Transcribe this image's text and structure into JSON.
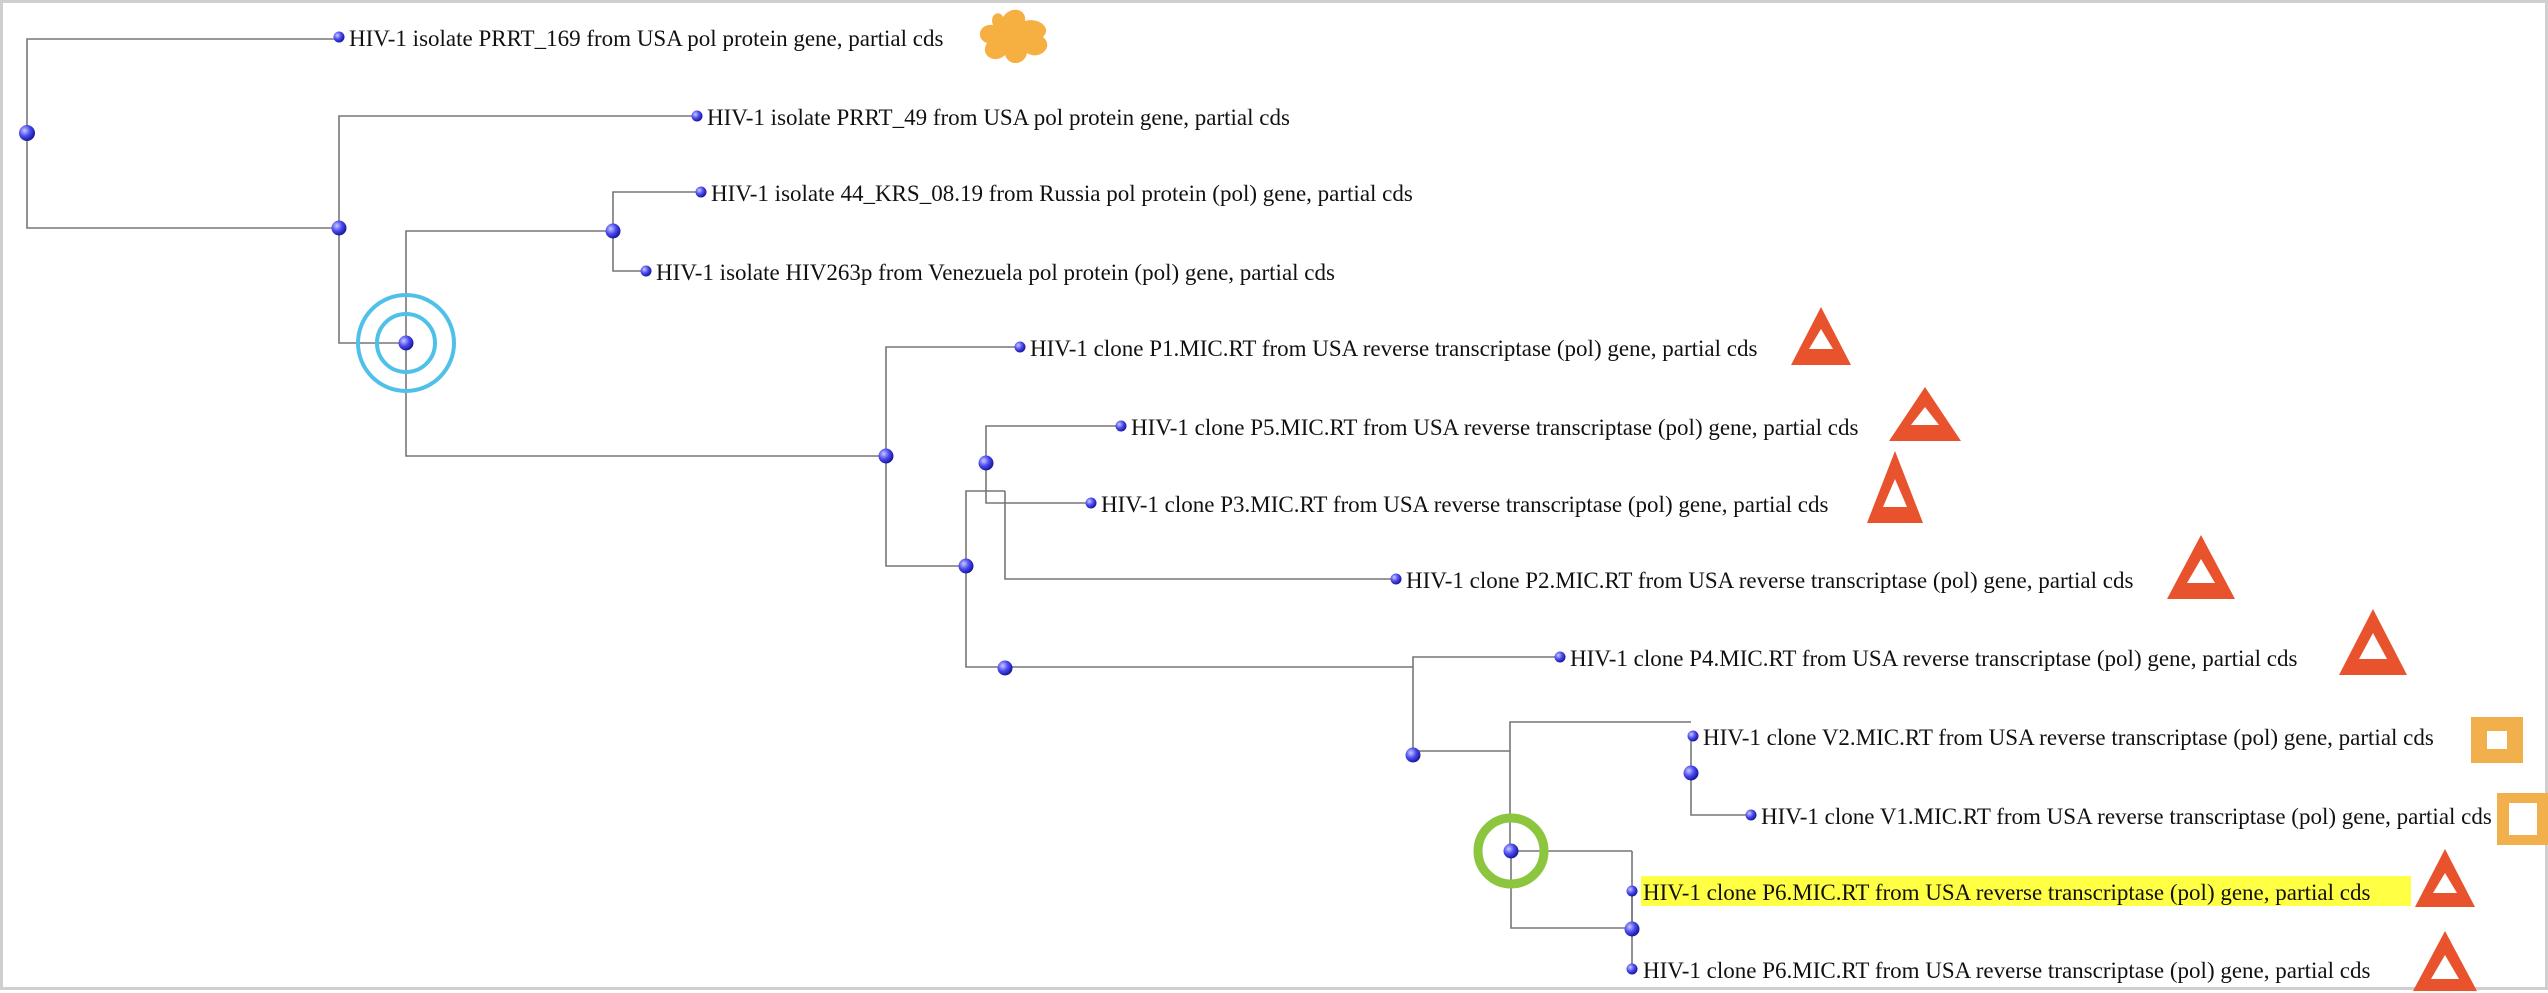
{
  "tree": {
    "leaves": [
      {
        "label": "HIV-1 isolate PRRT_169 from USA pol protein gene, partial cds",
        "marker": "flower",
        "highlight": false
      },
      {
        "label": "HIV-1 isolate PRRT_49 from USA pol protein gene, partial cds",
        "marker": "",
        "highlight": false
      },
      {
        "label": "HIV-1 isolate 44_KRS_08.19 from Russia pol protein (pol) gene, partial cds",
        "marker": "",
        "highlight": false
      },
      {
        "label": "HIV-1 isolate HIV263p from Venezuela pol protein (pol) gene, partial cds",
        "marker": "",
        "highlight": false
      },
      {
        "label": "HIV-1 clone P1.MIC.RT from USA reverse transcriptase (pol) gene, partial cds",
        "marker": "triangle",
        "highlight": false
      },
      {
        "label": "HIV-1 clone P5.MIC.RT from USA reverse transcriptase (pol) gene, partial cds",
        "marker": "triangle",
        "highlight": false
      },
      {
        "label": "HIV-1 clone P3.MIC.RT from USA reverse transcriptase (pol) gene, partial cds",
        "marker": "triangle",
        "highlight": false
      },
      {
        "label": "HIV-1 clone P2.MIC.RT from USA reverse transcriptase (pol) gene, partial cds",
        "marker": "triangle",
        "highlight": false
      },
      {
        "label": "HIV-1 clone P4.MIC.RT from USA reverse transcriptase (pol) gene, partial cds",
        "marker": "triangle",
        "highlight": false
      },
      {
        "label": "HIV-1 clone V2.MIC.RT from USA reverse transcriptase (pol) gene, partial cds",
        "marker": "square",
        "highlight": false
      },
      {
        "label": "HIV-1 clone V1.MIC.RT from USA reverse transcriptase (pol) gene, partial cds",
        "marker": "square",
        "highlight": false
      },
      {
        "label": "HIV-1 clone P6.MIC.RT from USA reverse transcriptase (pol) gene, partial cds",
        "marker": "triangle",
        "highlight": true
      },
      {
        "label": "HIV-1 clone P6.MIC.RT from USA reverse transcriptase (pol) gene, partial cds",
        "marker": "triangle",
        "highlight": false
      }
    ],
    "colors": {
      "branch": "#777777",
      "node": "#3a3ae0",
      "triangle": "#e8532e",
      "square": "#f2b04c",
      "flower": "#f5b041",
      "highlight": "#ffff44",
      "ring_blue": "#4fc1e9",
      "ring_green": "#8cc63f"
    }
  }
}
